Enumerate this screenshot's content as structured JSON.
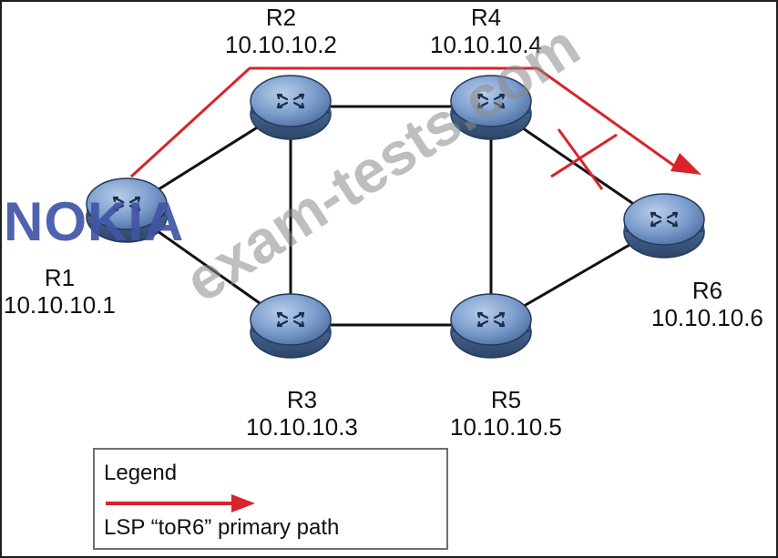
{
  "brand": {
    "logo_text": "NOKIA",
    "logo_color": "#4255a8"
  },
  "watermark": "exam-tests.com",
  "routers": [
    {
      "id": "r1",
      "name": "R1",
      "ip": "10.10.10.1"
    },
    {
      "id": "r2",
      "name": "R2",
      "ip": "10.10.10.2"
    },
    {
      "id": "r3",
      "name": "R3",
      "ip": "10.10.10.3"
    },
    {
      "id": "r4",
      "name": "R4",
      "ip": "10.10.10.4"
    },
    {
      "id": "r5",
      "name": "R5",
      "ip": "10.10.10.5"
    },
    {
      "id": "r6",
      "name": "R6",
      "ip": "10.10.10.6"
    }
  ],
  "links": [
    {
      "from": "R1",
      "to": "R2"
    },
    {
      "from": "R1",
      "to": "R3"
    },
    {
      "from": "R2",
      "to": "R4"
    },
    {
      "from": "R2",
      "to": "R3"
    },
    {
      "from": "R4",
      "to": "R5"
    },
    {
      "from": "R3",
      "to": "R5"
    },
    {
      "from": "R4",
      "to": "R6",
      "status": "failed"
    },
    {
      "from": "R5",
      "to": "R6"
    }
  ],
  "lsp_path": {
    "hops": [
      "R1",
      "R2",
      "R4",
      "R6"
    ],
    "color": "#d9232a"
  },
  "router_color": "#7a9ccc",
  "legend": {
    "title": "Legend",
    "item_label": "LSP “toR6” primary path",
    "item_color": "#d9232a"
  }
}
